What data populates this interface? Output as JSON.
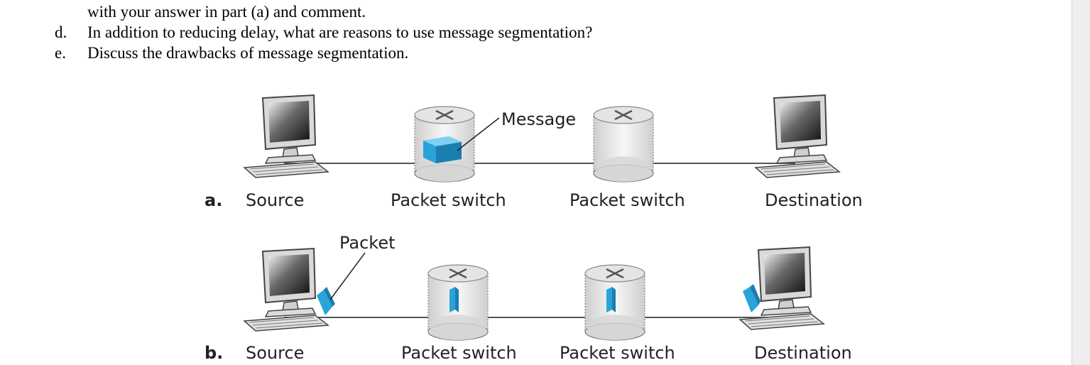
{
  "text": {
    "continuation": "with your answer in part (a) and comment.",
    "items": [
      {
        "marker": "d.",
        "text": "In addition to reducing delay, what are reasons to use message segmentation?"
      },
      {
        "marker": "e.",
        "text": "Discuss the drawbacks of message segmentation."
      }
    ]
  },
  "figure": {
    "a": {
      "label": "a.",
      "source": "Source",
      "switch1": "Packet switch",
      "switch2": "Packet switch",
      "destination": "Destination",
      "message": "Message"
    },
    "b": {
      "label": "b.",
      "source": "Source",
      "switch1": "Packet switch",
      "switch2": "Packet switch",
      "destination": "Destination",
      "packet": "Packet"
    },
    "colors": {
      "accent": "#2aa3d8",
      "link": "#555555"
    }
  }
}
